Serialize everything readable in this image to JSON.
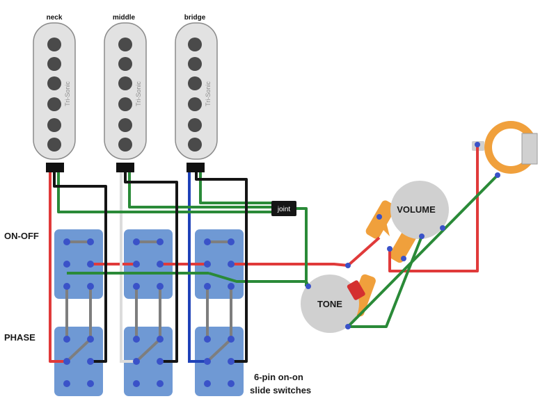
{
  "pickups": [
    {
      "label": "neck",
      "brand": "Tri-Sonic"
    },
    {
      "label": "middle",
      "brand": "Tri-Sonic"
    },
    {
      "label": "bridge",
      "brand": "Tri-Sonic"
    }
  ],
  "labels": {
    "on_off": "ON-OFF",
    "phase": "PHASE",
    "switch_note_line1": "6-pin on-on",
    "switch_note_line2": "slide switches",
    "joint": "joint"
  },
  "pots": {
    "volume": "VOLUME",
    "tone": "TONE"
  },
  "colors": {
    "red": "#e03a3a",
    "black": "#151515",
    "green": "#2a8a38",
    "white_wire": "#dcdcdc",
    "blue_wire": "#1f42b8",
    "switch_body": "#6f99d4",
    "pickup_body": "#e2e2e2",
    "pot_body": "#d0d0d0",
    "lug_orange": "#f0a03c",
    "capacitor": "#d43030"
  }
}
